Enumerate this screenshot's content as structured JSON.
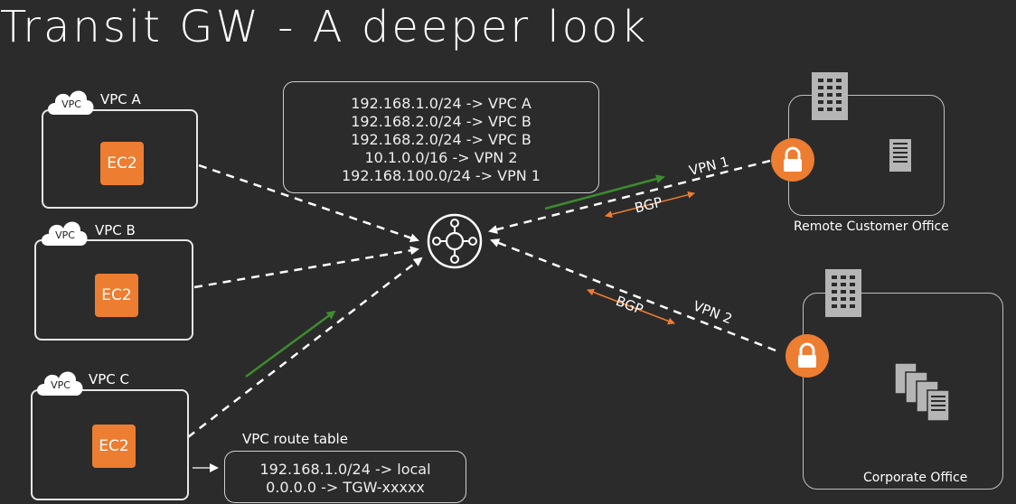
{
  "title": "Transit GW - A deeper look",
  "vpcs": [
    {
      "name": "VPC A",
      "cloud_label": "VPC",
      "instance": "EC2"
    },
    {
      "name": "VPC B",
      "cloud_label": "VPC",
      "instance": "EC2"
    },
    {
      "name": "VPC C",
      "cloud_label": "VPC",
      "instance": "EC2"
    }
  ],
  "tgw_route_table": [
    "192.168.1.0/24 -> VPC A",
    "192.168.2.0/24 -> VPC B",
    "192.168.2.0/24 -> VPC B",
    "10.1.0.0/16 -> VPN 2",
    "192.168.100.0/24 -> VPN 1"
  ],
  "vpc_route_table": {
    "title": "VPC route table",
    "rows": [
      "192.168.1.0/24 -> local",
      "0.0.0.0 -> TGW-xxxxx"
    ]
  },
  "links": {
    "vpn1": "VPN 1",
    "vpn2": "VPN 2",
    "bgp1": "BGP",
    "bgp2": "BGP"
  },
  "offices": {
    "remote": "Remote Customer Office",
    "corporate": "Corporate Office"
  },
  "colors": {
    "background": "#2b2b2b",
    "accent_orange": "#ed7d31",
    "traffic_green": "#3d8b2f"
  }
}
